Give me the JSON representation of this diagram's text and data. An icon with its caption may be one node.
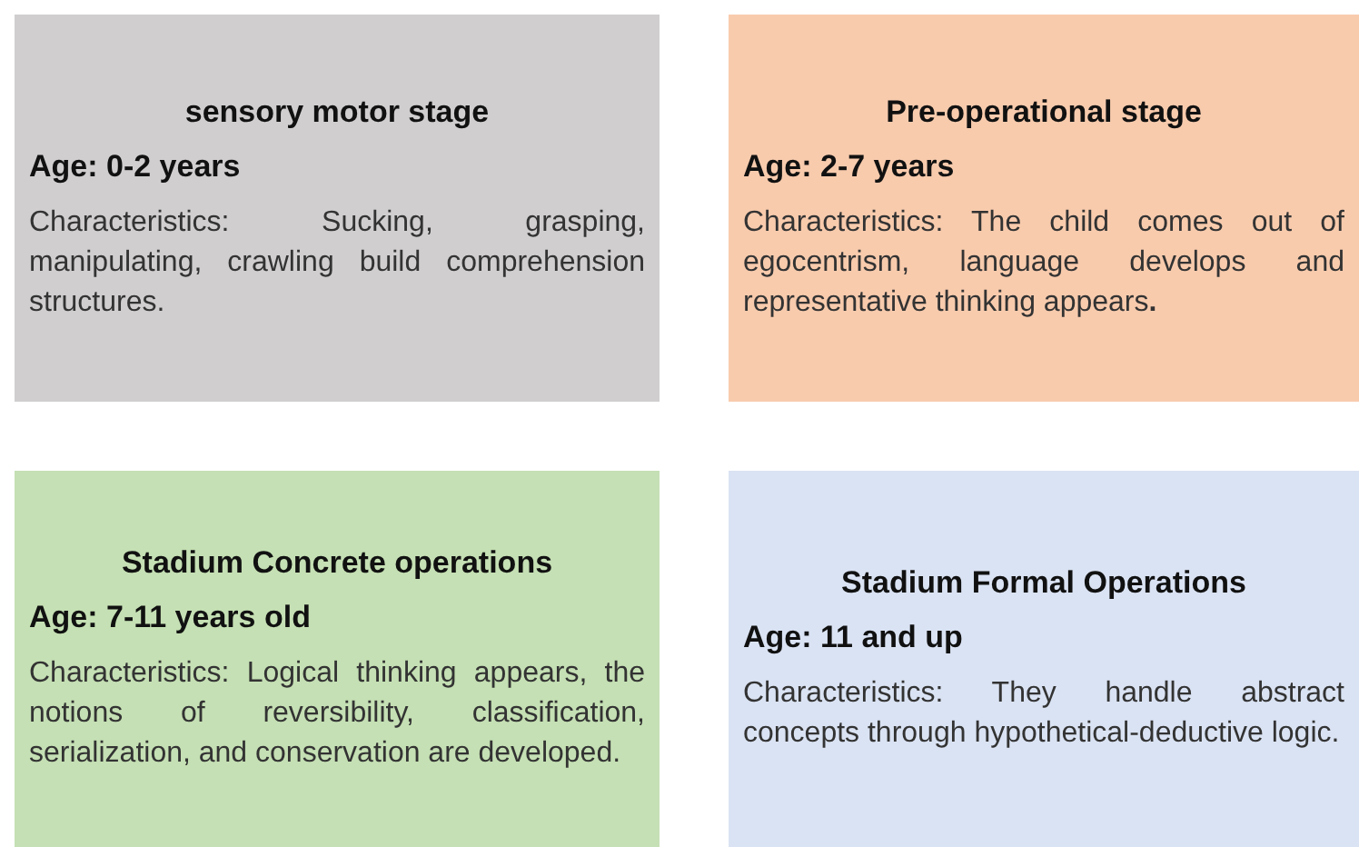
{
  "diagram": {
    "nodes": [
      {
        "text": [
          "sensory motor stage",
          "Age: 0-2 years",
          "Characteristics: Sucking, grasping, manipulating, crawling build comprehension structures."
        ]
      },
      {
        "text": [
          "Pre-operational stage",
          "Age: 2-7 years",
          "Characteristics: The child comes out of egocentrism, language develops and representative thinking appears**.**"
        ]
      },
      {
        "text": [
          "Stadium Concrete operations",
          "Age: 7-11 years old",
          "Characteristics: Logical thinking appears, the notions of reversibility, classification, serialization, and conservation are developed."
        ]
      },
      {
        "text": [
          "Stadium Formal Operations",
          "Age: 11 and up",
          "Characteristics: They handle abstract concepts through hypothetical-deductive logic."
        ]
      }
    ],
    "edges": []
  }
}
